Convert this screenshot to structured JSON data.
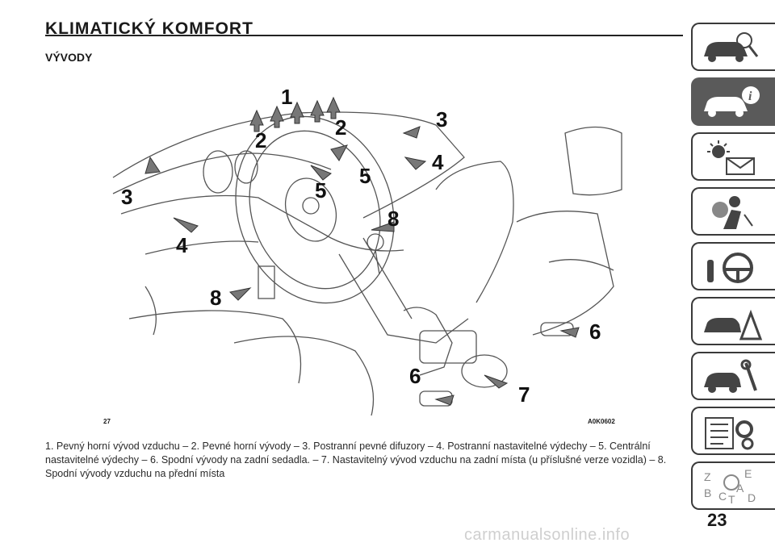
{
  "page": {
    "section_title": "KLIMATICKÝ KOMFORT",
    "subsection_title": "VÝVODY",
    "figure_number": "27",
    "figure_code": "A0K0602",
    "caption": "1. Pevný horní vývod vzduchu – 2. Pevné horní vývody – 3. Postranní pevné difuzory – 4. Postranní nastavitelné výdechy – 5. Centrální nastavitelné výdechy – 6. Spodní vývody na zadní sedadla. – 7. Nastavitelný vývod vzduchu na zadní místa (u příslušné verze vozidla) – 8. Spodní vývody vzduchu na přední místa",
    "page_number": "23",
    "watermark": "carmanualsonline.info"
  },
  "figure": {
    "callouts": [
      "1",
      "2",
      "2",
      "3",
      "3",
      "4",
      "4",
      "5",
      "5",
      "6",
      "6",
      "7",
      "8",
      "8"
    ]
  },
  "side_nav": {
    "tabs": [
      {
        "icon": "car-magnifier-icon",
        "active": false
      },
      {
        "icon": "car-info-icon",
        "active": true
      },
      {
        "icon": "warning-lights-icon",
        "active": false
      },
      {
        "icon": "airbag-person-icon",
        "active": false
      },
      {
        "icon": "steering-wheel-icon",
        "active": false
      },
      {
        "icon": "breakdown-warning-icon",
        "active": false
      },
      {
        "icon": "car-wrench-icon",
        "active": false
      },
      {
        "icon": "specifications-gear-icon",
        "active": false
      },
      {
        "icon": "alphabet-index-icon",
        "active": false
      }
    ],
    "index_letters": [
      "Z",
      "E",
      "B",
      "A",
      "C",
      "T",
      "D"
    ]
  }
}
